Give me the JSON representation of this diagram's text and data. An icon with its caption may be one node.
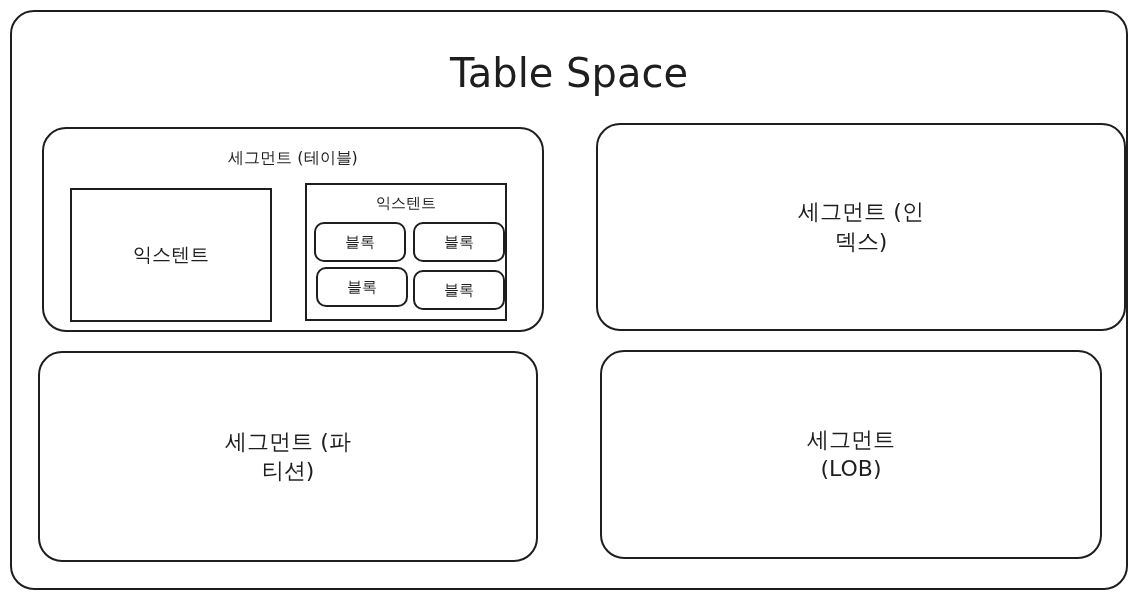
{
  "diagram": {
    "nodes": [
      {
        "text": [
          "Table Space"
        ]
      },
      {
        "text": [
          "세그먼트 (테이블)"
        ],
        "in": 0
      },
      {
        "text": [
          "익스텐트"
        ],
        "in": 1
      },
      {
        "text": [
          "익스텐트"
        ],
        "in": 1
      },
      {
        "text": [
          "블록"
        ],
        "in": 3
      },
      {
        "text": [
          "블록"
        ],
        "in": 3
      },
      {
        "text": [
          "블록"
        ],
        "in": 3
      },
      {
        "text": [
          "블록"
        ],
        "in": 3
      },
      {
        "text": [
          "세그먼트 (인덱스)"
        ],
        "in": 0
      },
      {
        "text": [
          "세그먼트 (파티션)"
        ],
        "in": 0
      },
      {
        "text": [
          "세그먼트 (LOB)"
        ],
        "in": 0
      }
    ],
    "edges": []
  }
}
